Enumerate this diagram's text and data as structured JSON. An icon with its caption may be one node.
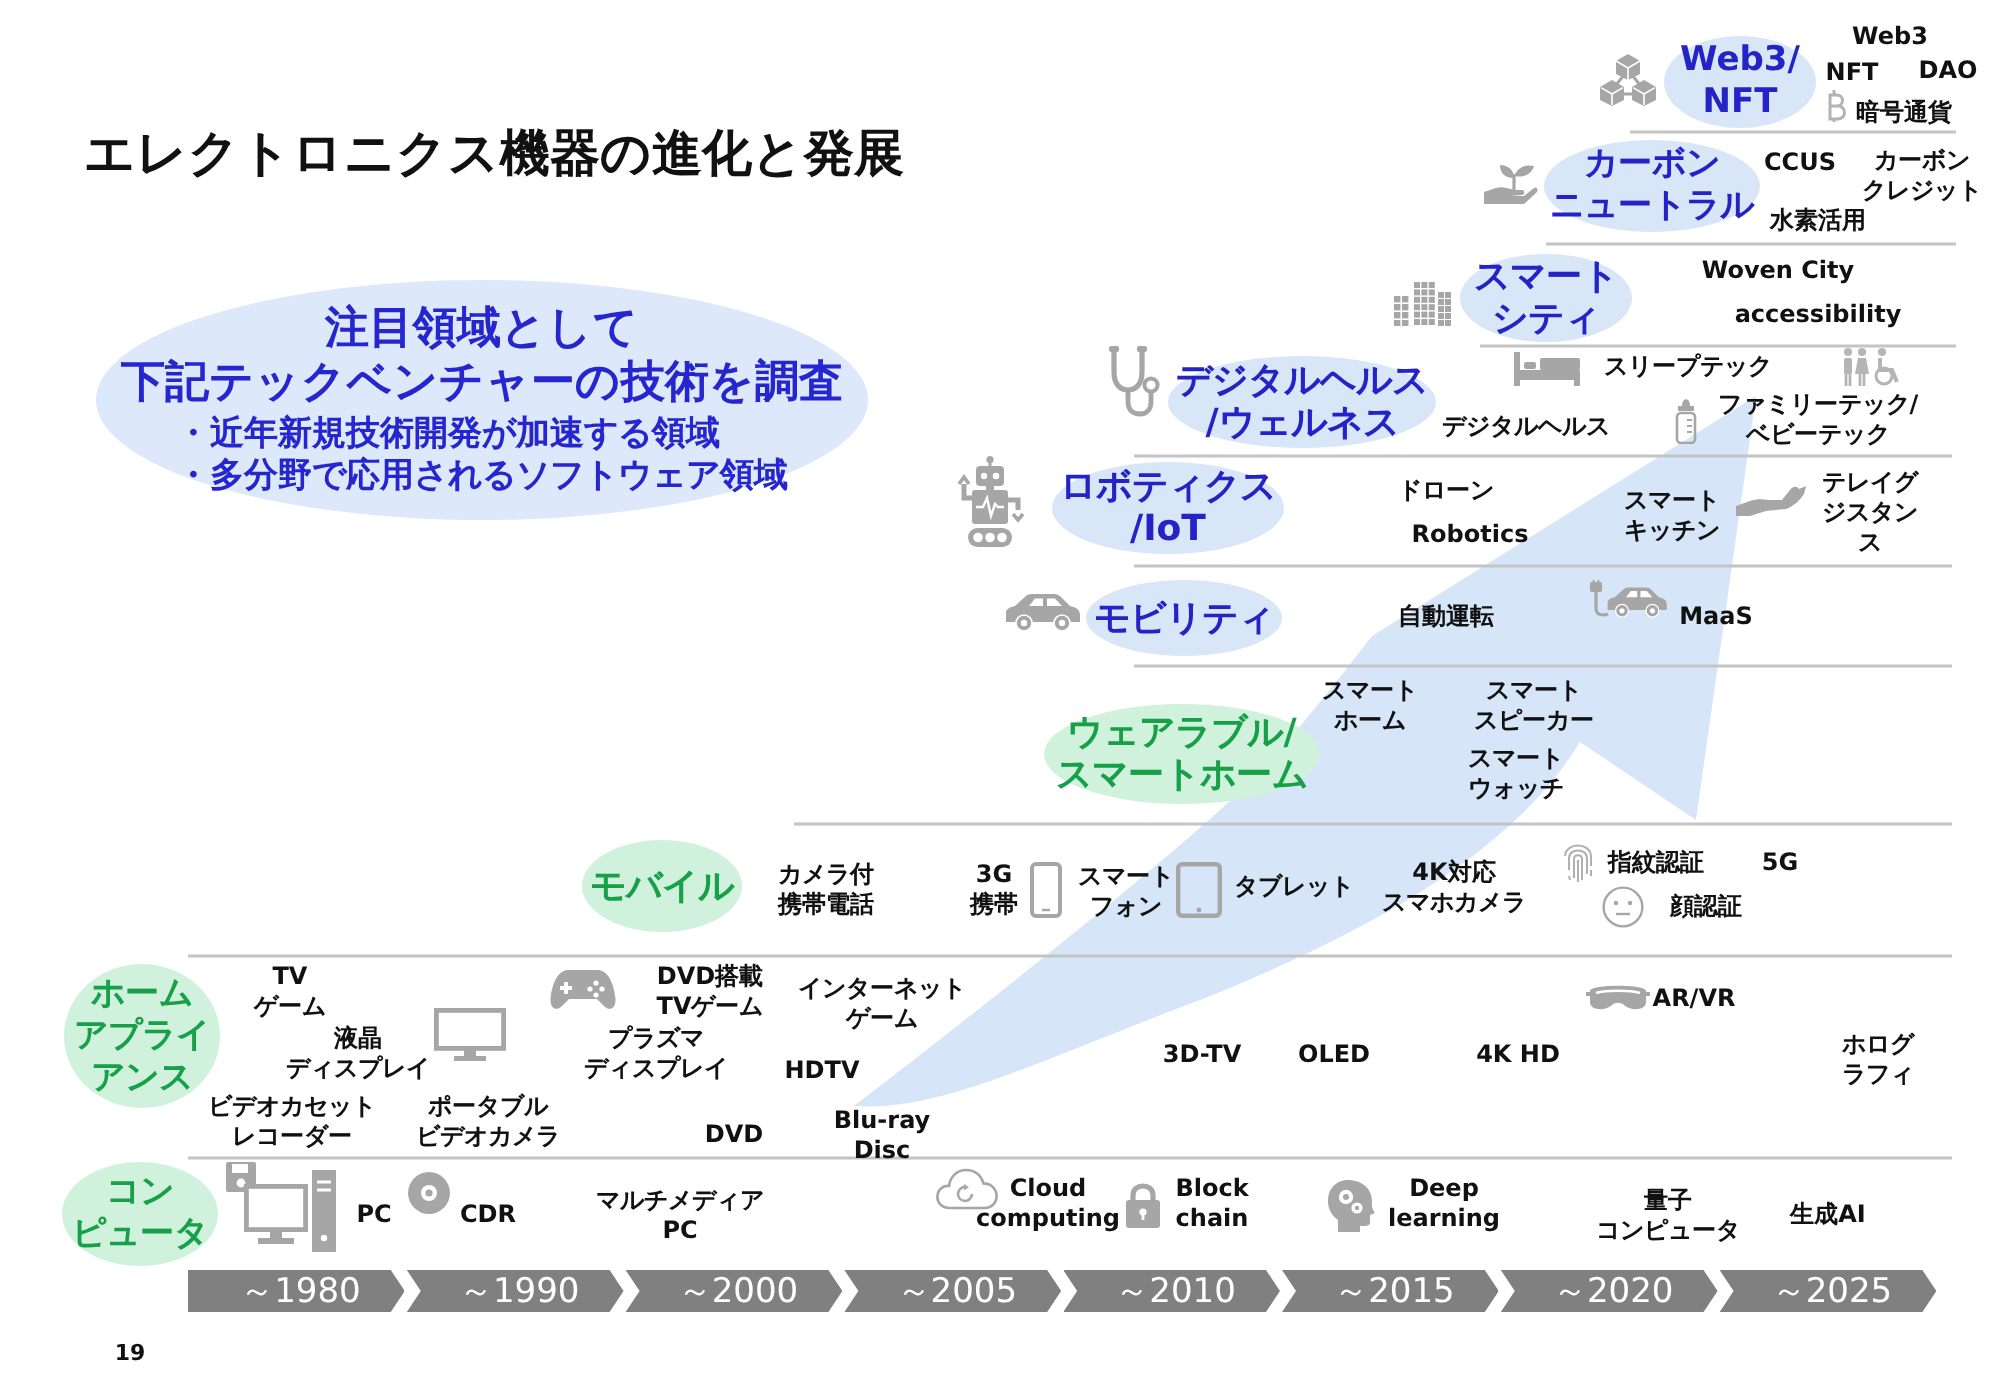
{
  "diagram": {
    "title": "エレクトロニクス機器の進化と発展",
    "nodes": [
      {
        "text": [
          "注目領域として下記テックベンチャーの技術を調査",
          "・近年新規技術開発が加速する領域",
          "・多分野で応用されるソフトウェア領域"
        ]
      },
      {
        "text": [
          "Web3/ NFT"
        ]
      },
      {
        "text": [
          "カーボンニュートラル"
        ]
      },
      {
        "text": [
          "スマートシティ"
        ]
      },
      {
        "text": [
          "デジタルヘルス/ウェルネス"
        ]
      },
      {
        "text": [
          "ロボティクス/IoT"
        ]
      },
      {
        "text": [
          "モビリティ"
        ]
      },
      {
        "text": [
          "ウェアラブル/スマートホーム"
        ]
      },
      {
        "text": [
          "モバイル"
        ]
      },
      {
        "text": [
          "ホームアプライアンス"
        ]
      },
      {
        "text": [
          "コンピュータ"
        ]
      },
      {
        "text": [
          "～1980"
        ]
      },
      {
        "text": [
          "～1990"
        ]
      },
      {
        "text": [
          "～2000"
        ]
      },
      {
        "text": [
          "～2005"
        ]
      },
      {
        "text": [
          "～2010"
        ]
      },
      {
        "text": [
          "～2015"
        ]
      },
      {
        "text": [
          "～2020"
        ]
      },
      {
        "text": [
          "～2025"
        ]
      }
    ],
    "labels": [
      "Web3",
      "NFT",
      "DAO",
      "暗号通貨",
      "CCUS",
      "カーボンクレジット",
      "水素活用",
      "Woven City",
      "accessibility",
      "スリープテック",
      "ファミリーテック/ベビーテック",
      "デジタルヘルス",
      "ドローン",
      "Robotics",
      "スマートキッチン",
      "テレイグジスタンス",
      "自動運転",
      "MaaS",
      "スマートホーム",
      "スマートスピーカー",
      "スマートウォッチ",
      "カメラ付携帯電話",
      "3G携帯",
      "スマートフォン",
      "タブレット",
      "4K対応スマホカメラ",
      "指紋認証",
      "顔認証",
      "5G",
      "TVゲーム",
      "液晶ディスプレイ",
      "ビデオカセットレコーダー",
      "ポータブルビデオカメラ",
      "DVD搭載TVゲーム",
      "プラズマディスプレイ",
      "DVD",
      "インターネットゲーム",
      "HDTV",
      "Blu-ray Disc",
      "3D-TV",
      "OLED",
      "4K HD",
      "AR/VR",
      "ホログラフィ",
      "PC",
      "CDR",
      "マルチメディアPC",
      "Cloud computing",
      "Block chain",
      "Deep learning",
      "量子コンピュータ",
      "生成AI",
      "19"
    ]
  }
}
